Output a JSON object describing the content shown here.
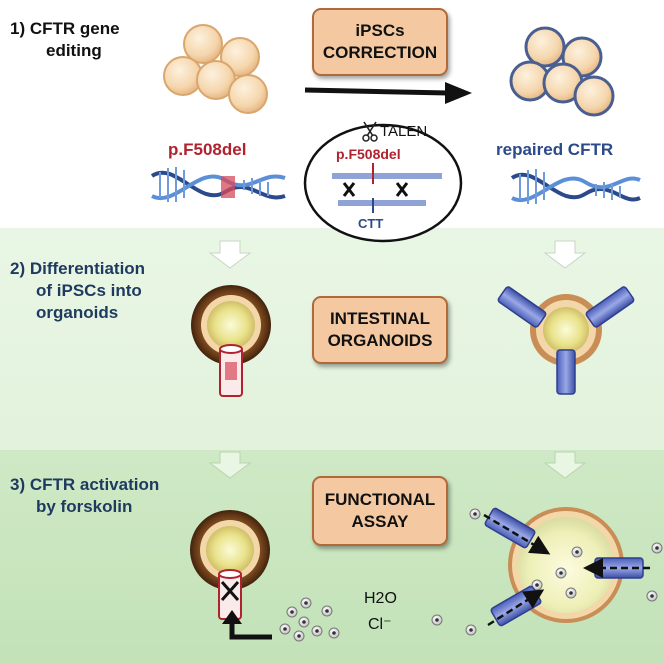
{
  "steps": {
    "step1_line1": "1) CFTR gene",
    "step1_line2": "editing",
    "step2_line1": "2) Differentiation",
    "step2_line2": "of iPSCs into",
    "step2_line3": "organoids",
    "step3_line1": "3) CFTR activation",
    "step3_line2": "by forskolin"
  },
  "boxes": {
    "correction_line1": "iPSCs",
    "correction_line2": "CORRECTION",
    "organoids_line1": "INTESTINAL",
    "organoids_line2": "ORGANOIDS",
    "assay_line1": "FUNCTIONAL",
    "assay_line2": "ASSAY"
  },
  "labels": {
    "mutant": "p.F508del",
    "repaired": "repaired CFTR",
    "talen": "TALEN",
    "inset_mutation": "p.F508del",
    "ctt": "CTT",
    "h2o": "H2O",
    "cl": "Cl⁻"
  },
  "colors": {
    "band1": "#ffffff",
    "band2": "#e6f4e1",
    "band3": "#c9e6bf",
    "mutant_red": "#b0232e",
    "repaired_blue": "#2c4a8a",
    "box_fill": "#f4c9a2"
  },
  "icons": [
    "scissors-icon",
    "dna-helix-icon",
    "cell-cluster-icon",
    "organoid-icon",
    "cftr-channel-icon",
    "ion-particle-icon"
  ]
}
